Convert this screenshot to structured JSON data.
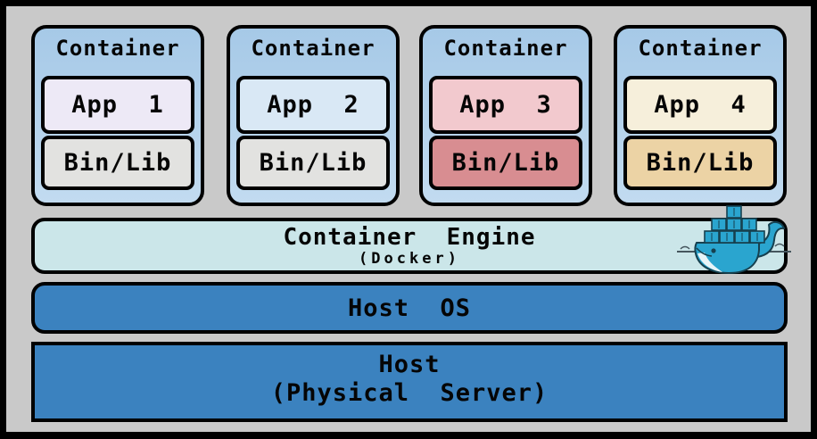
{
  "layers": {
    "containers": [
      {
        "title": "Container",
        "app_label": "App  1",
        "app_bg": "#ede9f6",
        "bin_label": "Bin/Lib",
        "bin_bg": "#e2e2e0"
      },
      {
        "title": "Container",
        "app_label": "App  2",
        "app_bg": "#d9e8f5",
        "bin_label": "Bin/Lib",
        "bin_bg": "#e2e2e0"
      },
      {
        "title": "Container",
        "app_label": "App  3",
        "app_bg": "#f2c9ce",
        "bin_label": "Bin/Lib",
        "bin_bg": "#d88d91"
      },
      {
        "title": "Container",
        "app_label": "App  4",
        "app_bg": "#f6efdb",
        "bin_label": "Bin/Lib",
        "bin_bg": "#ecd3a5"
      }
    ],
    "engine": {
      "title": "Container  Engine",
      "subtitle": "(Docker)",
      "bg": "#cbe6e9"
    },
    "host_os": {
      "title": "Host  OS",
      "bg": "#3b82bf"
    },
    "host": {
      "title": "Host",
      "subtitle": "(Physical  Server)",
      "bg": "#3b82bf"
    }
  },
  "icons": {
    "docker_whale": "docker-whale-logo"
  },
  "colors": {
    "canvas_bg": "#c9c9c9",
    "frame": "#000000",
    "card_bg_top": "#a6c9e7",
    "card_bg_bottom": "#c2dbf0",
    "whale_blue": "#2aa5cf",
    "whale_outline": "#16404f"
  }
}
